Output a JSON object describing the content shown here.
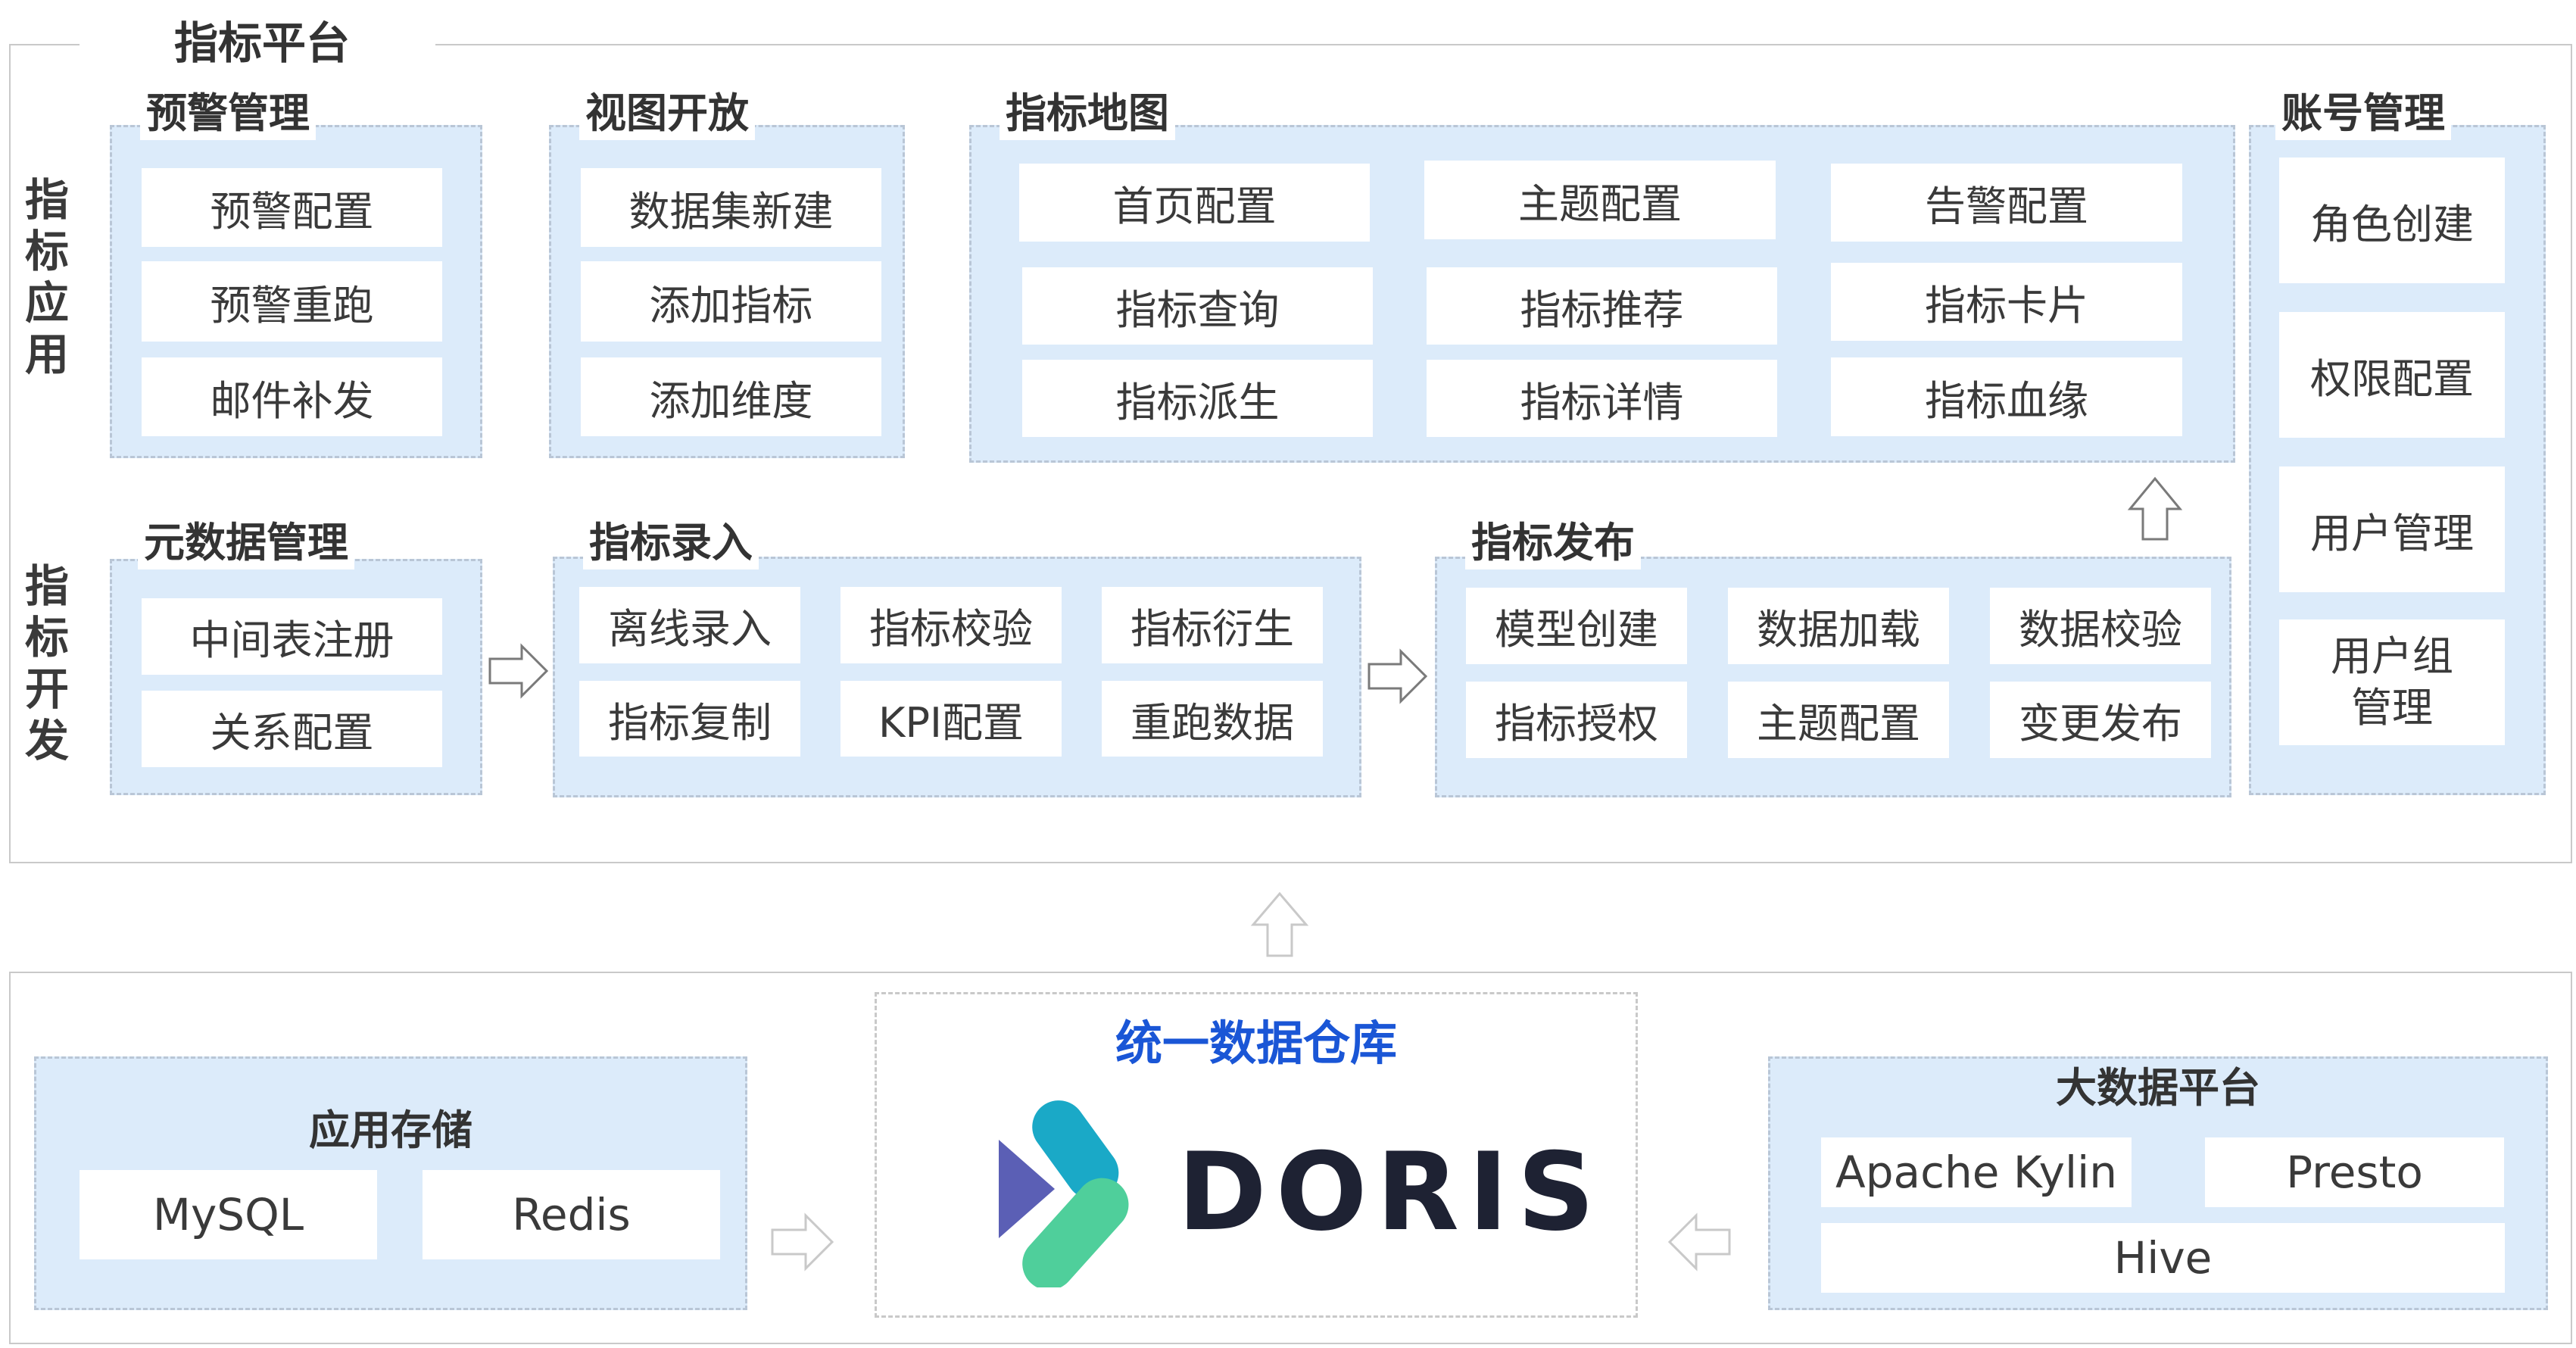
{
  "platform": {
    "title": "指标平台"
  },
  "side_labels": {
    "application": [
      "指",
      "标",
      "应",
      "用"
    ],
    "development": [
      "指",
      "标",
      "开",
      "发"
    ]
  },
  "alert": {
    "title": "预警管理",
    "items": [
      "预警配置",
      "预警重跑",
      "邮件补发"
    ]
  },
  "view": {
    "title": "视图开放",
    "items": [
      "数据集新建",
      "添加指标",
      "添加维度"
    ]
  },
  "metric_map": {
    "title": "指标地图",
    "items": [
      "首页配置",
      "主题配置",
      "告警配置",
      "指标查询",
      "指标推荐",
      "指标卡片",
      "指标派生",
      "指标详情",
      "指标血缘"
    ]
  },
  "account": {
    "title": "账号管理",
    "items": [
      "角色创建",
      "权限配置",
      "用户管理",
      "用户组\n管理"
    ]
  },
  "metadata": {
    "title": "元数据管理",
    "items": [
      "中间表注册",
      "关系配置"
    ]
  },
  "entry": {
    "title": "指标录入",
    "items": [
      "离线录入",
      "指标校验",
      "指标衍生",
      "指标复制",
      "KPI配置",
      "重跑数据"
    ]
  },
  "publish": {
    "title": "指标发布",
    "items": [
      "模型创建",
      "数据加载",
      "数据校验",
      "指标授权",
      "主题配置",
      "变更发布"
    ]
  },
  "storage": {
    "title": "应用存储",
    "items": [
      "MySQL",
      "Redis"
    ]
  },
  "warehouse": {
    "title": "统一数据仓库",
    "logo_text": "DORIS"
  },
  "bigdata": {
    "title": "大数据平台",
    "items": [
      "Apache Kylin",
      "Presto",
      "Hive"
    ]
  },
  "colors": {
    "group_fill": "#dcebfa",
    "group_border": "#b9c6d6",
    "warehouse_title": "#1a56d6",
    "logo_dark": "#1e2233",
    "logo_teal": "#1aa9c7",
    "logo_green": "#4fcf9b",
    "logo_purple": "#5b5fb5"
  }
}
